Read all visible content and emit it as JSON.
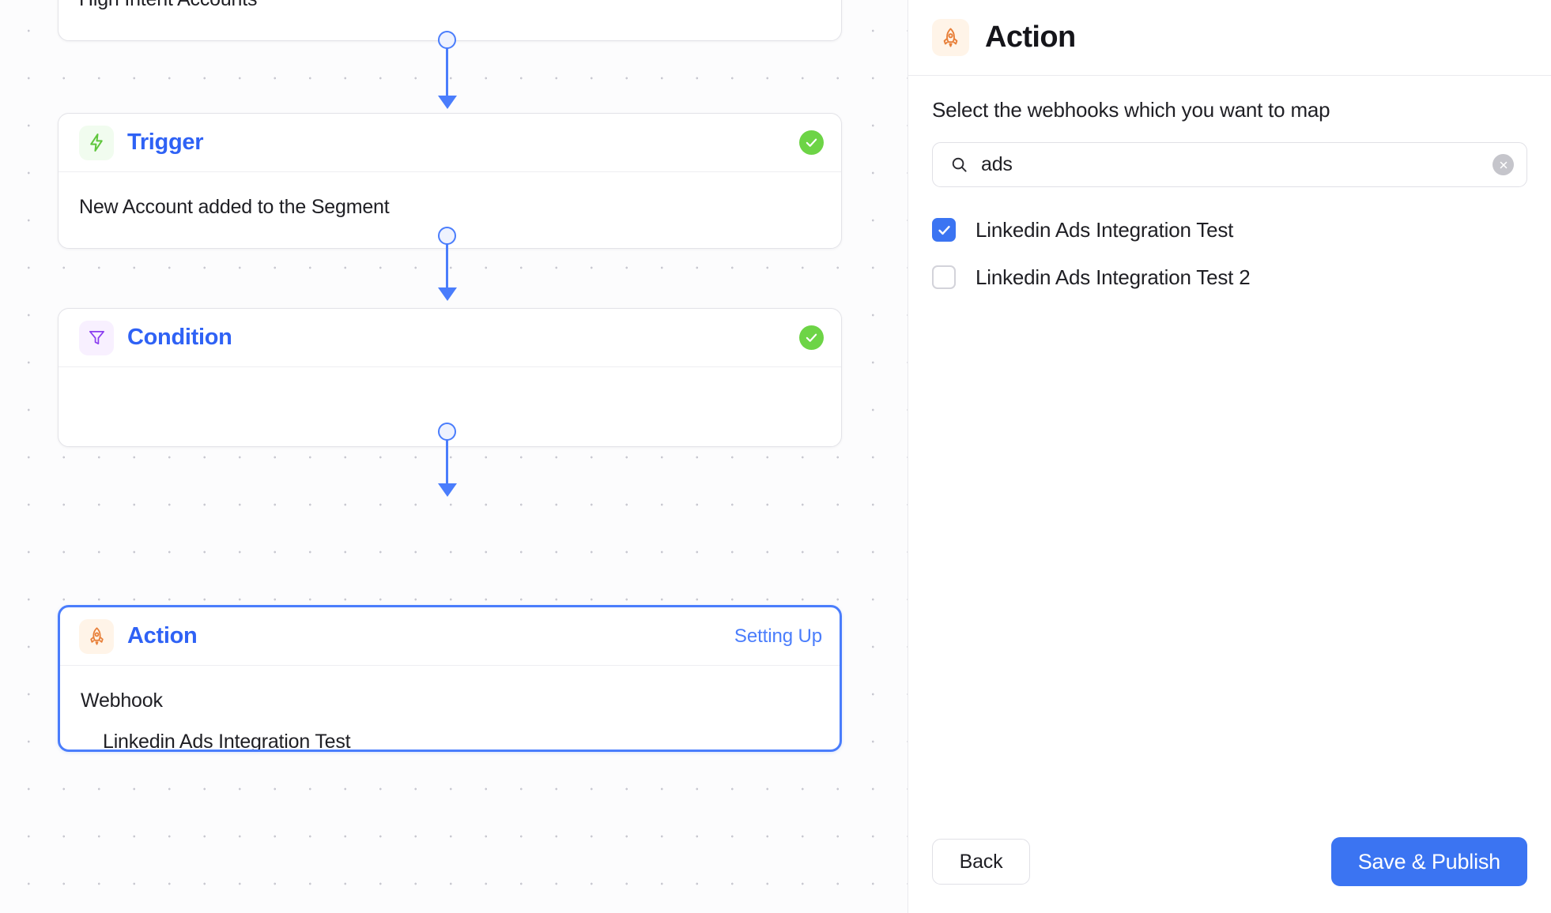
{
  "canvas": {
    "clipped_card": {
      "text": "High Intent Accounts"
    },
    "nodes": [
      {
        "id": "trigger",
        "icon": "lightning-bolt-icon",
        "title": "Trigger",
        "status_badge": "check",
        "body": "New Account added to the Segment"
      },
      {
        "id": "condition",
        "icon": "filter-funnel-icon",
        "title": "Condition",
        "status_badge": "check",
        "body": ""
      },
      {
        "id": "action",
        "icon": "rocket-icon",
        "title": "Action",
        "status_text": "Setting Up",
        "body_label": "Webhook",
        "body_value": "Linkedin Ads Integration Test",
        "selected": true
      }
    ]
  },
  "panel": {
    "icon": "rocket-icon",
    "title": "Action",
    "instruction": "Select the webhooks which you want to map",
    "search": {
      "icon": "search-icon",
      "value": "ads",
      "clear_icon": "clear-circle-icon"
    },
    "options": [
      {
        "label": "Linkedin Ads Integration Test",
        "checked": true
      },
      {
        "label": "Linkedin Ads Integration Test 2",
        "checked": false
      }
    ],
    "footer": {
      "back_label": "Back",
      "publish_label": "Save & Publish"
    }
  },
  "colors": {
    "accent_blue": "#3b74f2",
    "node_blue": "#2f62f5",
    "success_green": "#6dd446",
    "rocket_orange": "#e8803a",
    "bolt_green": "#5fc63c",
    "funnel_purple": "#8b3ef0"
  }
}
